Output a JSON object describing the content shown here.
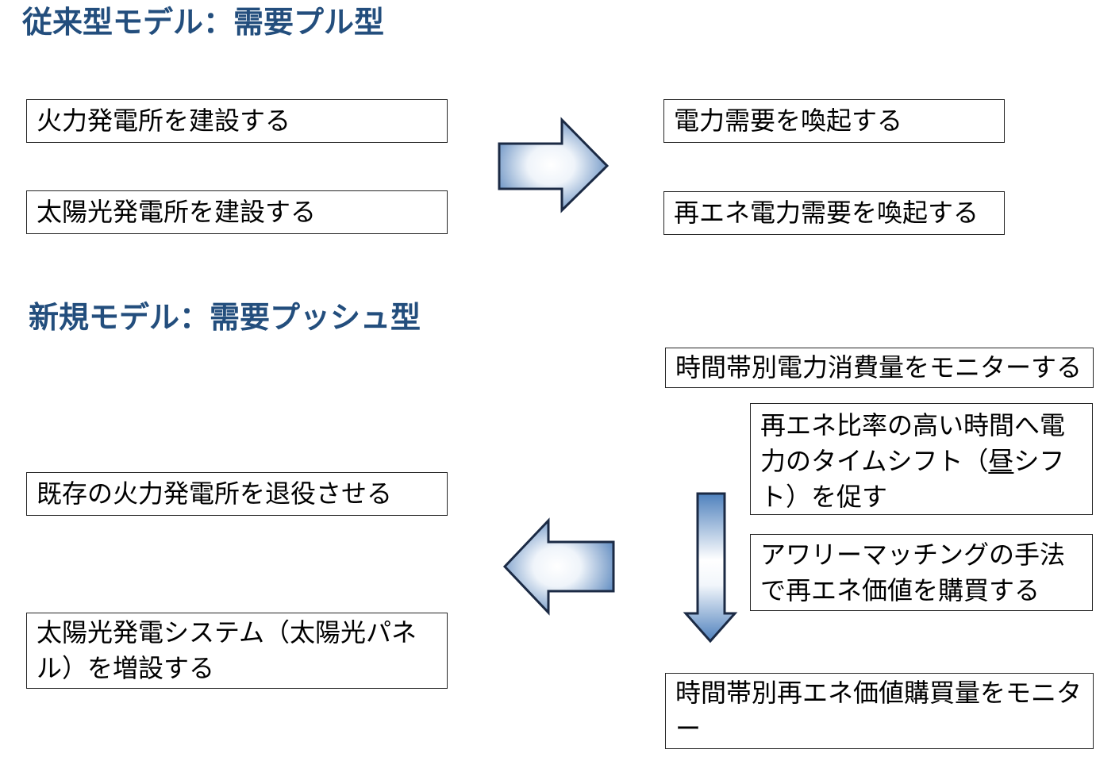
{
  "colors": {
    "heading": "#234e7d",
    "box_border": "#262626",
    "box_text": "#000000",
    "arrow_fill": "#4f81bd",
    "arrow_center": "#ffffff",
    "arrow_outline": "#1b2a44",
    "background": "#ffffff"
  },
  "traditional": {
    "title": "従来型モデル：需要プル型",
    "left_boxes": [
      "火力発電所を建設する",
      "太陽光発電所を建設する"
    ],
    "right_boxes": [
      "電力需要を喚起する",
      "再エネ電力需要を喚起する"
    ]
  },
  "new_model": {
    "title": "新規モデル：需要プッシュ型",
    "monitor_consumption_box": "時間帯別電力消費量をモニターする",
    "timeshift_box_parts": [
      "再エネ比率の高い時間へ電力のタイムシフト（",
      "昼",
      "シフト）を促す"
    ],
    "hourly_matching_box": "アワリーマッチングの手法で再エネ価値を購買する",
    "monitor_purchase_box": "時間帯別再エネ価値購買量をモニター",
    "retire_box": "既存の火力発電所を退役させる",
    "solar_expand_box": "太陽光発電システム（太陽光パネル）を増設する"
  }
}
